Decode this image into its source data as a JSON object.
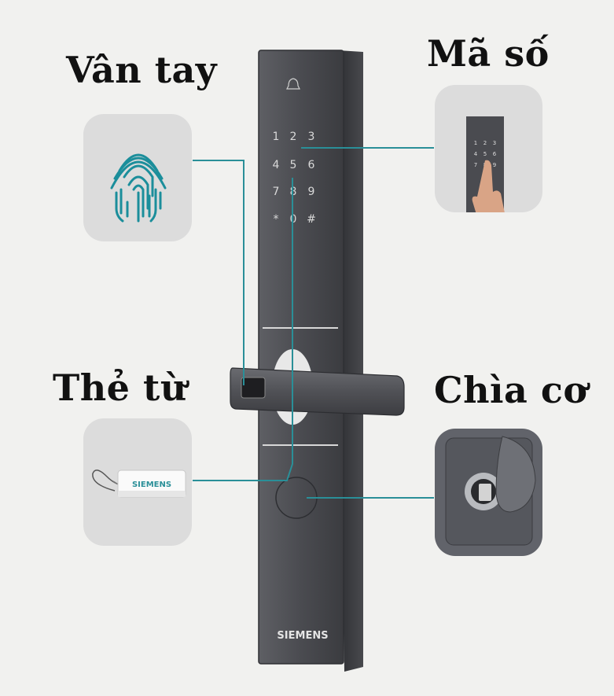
{
  "features": {
    "fingerprint": {
      "title": "Vân tay",
      "icon": "fingerprint-icon"
    },
    "passcode": {
      "title": "Mã số",
      "icon": "keypad-thumbnail"
    },
    "card": {
      "title": "Thẻ từ",
      "icon": "rfid-card"
    },
    "key": {
      "title": "Chìa cơ",
      "icon": "key-cylinder"
    }
  },
  "lock": {
    "brand": "SIEMENS",
    "keypad": [
      "1",
      "2",
      "3",
      "4",
      "5",
      "6",
      "7",
      "8",
      "9",
      "*",
      "0",
      "#"
    ]
  },
  "rfid_card": {
    "brand": "SIEMENS"
  },
  "colors": {
    "background": "#f1f1ef",
    "lock_body": "#4b4c51",
    "callout_line": "#2a8f98",
    "fingerprint": "#1b8e9b",
    "card_bg": "#dcdcdc"
  }
}
